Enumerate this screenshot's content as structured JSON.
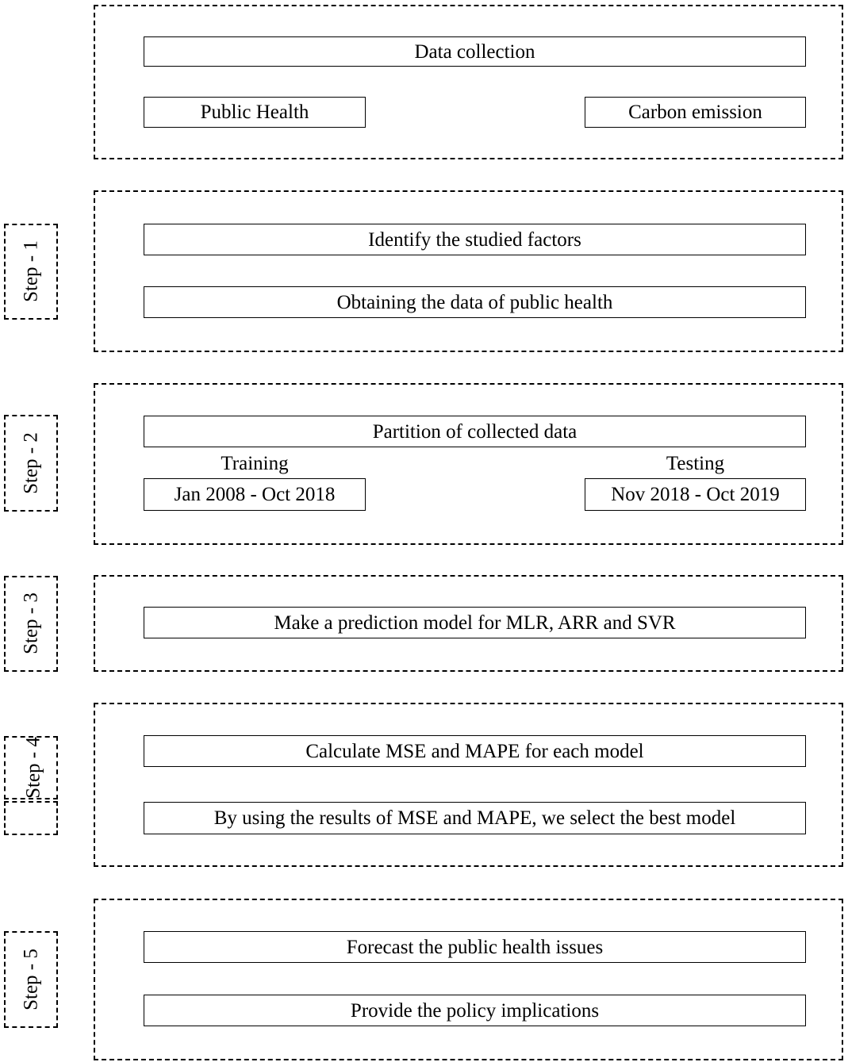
{
  "data_collection": {
    "title": "Data collection",
    "left": "Public Health",
    "right": "Carbon emission"
  },
  "step1": {
    "label": "Step - 1",
    "box1": "Identify the studied factors",
    "box2": "Obtaining the data of public health"
  },
  "step2": {
    "label": "Step - 2",
    "box1": "Partition of collected data",
    "training_label": "Training",
    "training_range": "Jan 2008 - Oct 2018",
    "testing_label": "Testing",
    "testing_range": "Nov 2018 - Oct 2019"
  },
  "step3": {
    "label": "Step - 3",
    "box1": "Make a prediction model for MLR, ARR and SVR"
  },
  "step4": {
    "label": "Step - 4",
    "box1": "Calculate MSE and MAPE for each model",
    "box2": "By using the results of MSE and MAPE, we select the best model"
  },
  "step5": {
    "label": "Step - 5",
    "box1": "Forecast the public health issues",
    "box2": "Provide the policy implications"
  }
}
